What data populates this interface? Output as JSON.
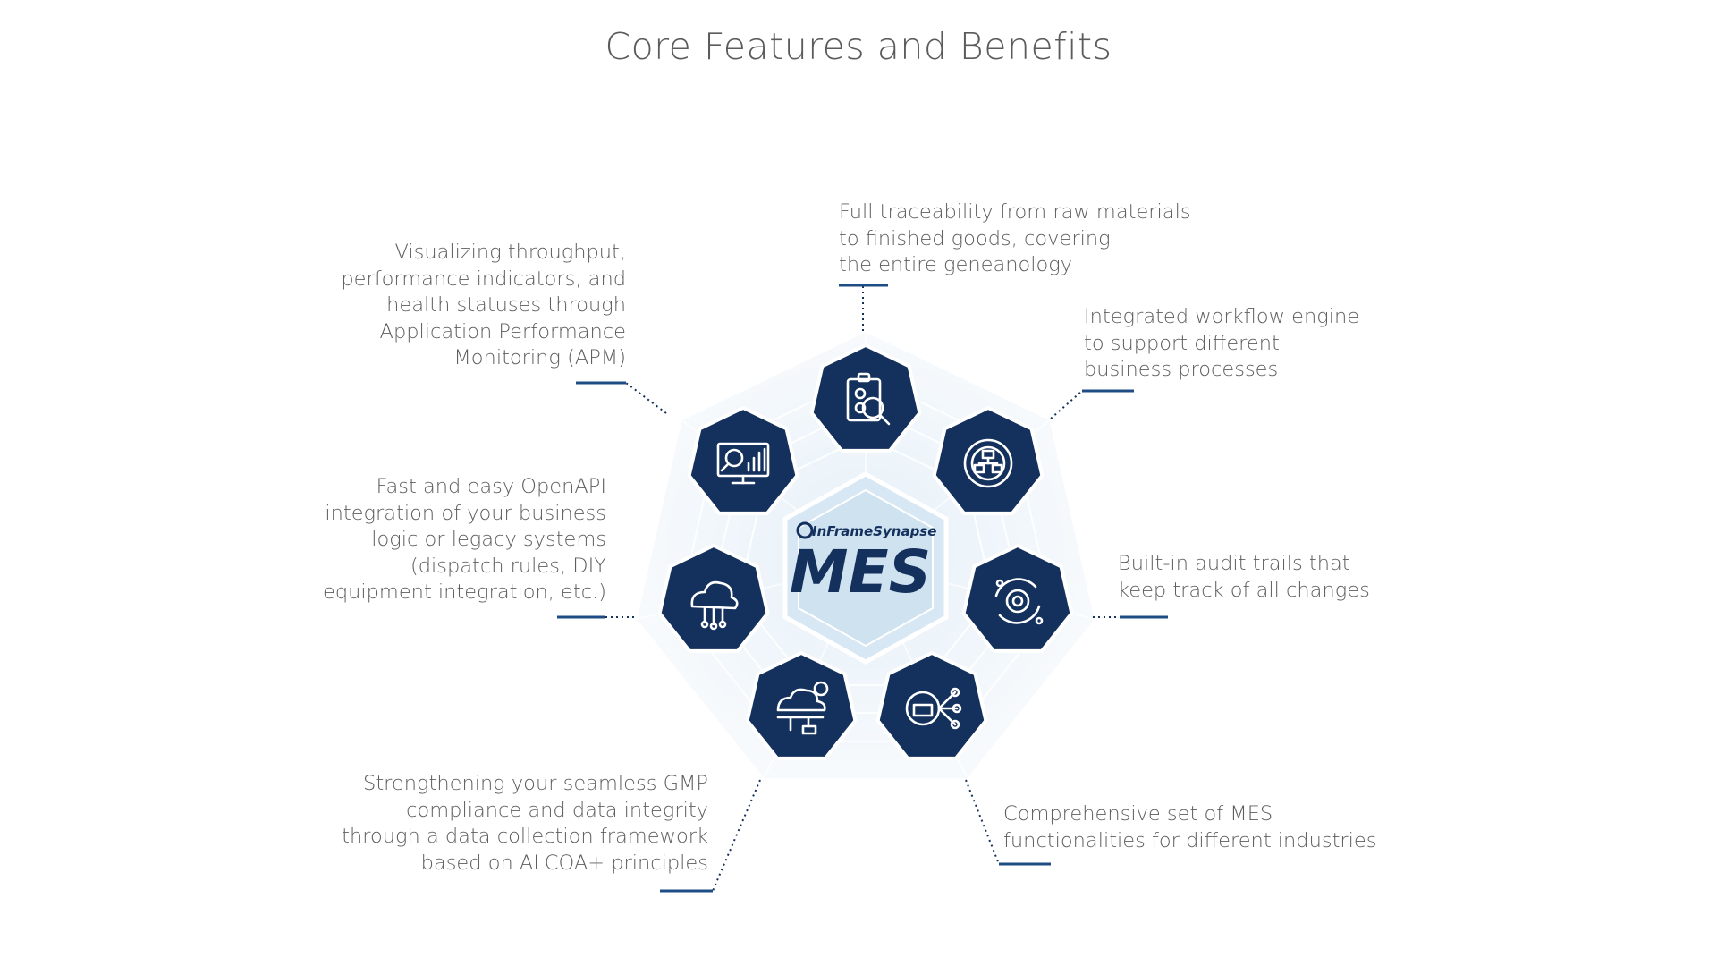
{
  "title": "Core Features and Benefits",
  "center": {
    "brand": "InFrameSynapse",
    "product": "MES"
  },
  "colors": {
    "navy": "#14305c",
    "accent_line": "#1d4d84",
    "hex_fill": "#d6e6f2",
    "text": "#5e5e5e"
  },
  "features": [
    {
      "id": "traceability",
      "icon": "clipboard-inspection-icon",
      "lines": [
        "Full traceability from raw materials",
        "to finished goods, covering",
        "the entire geneanology"
      ]
    },
    {
      "id": "workflow",
      "icon": "gear-workflow-icon",
      "lines": [
        "Integrated workflow engine",
        "to support different",
        "business processes"
      ]
    },
    {
      "id": "audit",
      "icon": "audit-cycle-icon",
      "lines": [
        "Built-in audit trails that",
        "keep track of all changes"
      ]
    },
    {
      "id": "functionalities",
      "icon": "factory-gear-network-icon",
      "lines": [
        "Comprehensive set of MES",
        "functionalities for different industries"
      ]
    },
    {
      "id": "gmp",
      "icon": "data-collection-icon",
      "lines": [
        "Strengthening your seamless GMP",
        "compliance and data integrity",
        "through a data collection framework",
        "based on ALCOA+ principles"
      ]
    },
    {
      "id": "openapi",
      "icon": "cloud-api-icon",
      "lines": [
        "Fast and easy OpenAPI",
        "integration of your business",
        "logic or legacy systems",
        "(dispatch rules, DIY",
        "equipment integration, etc.)"
      ]
    },
    {
      "id": "apm",
      "icon": "monitor-analytics-icon",
      "lines": [
        "Visualizing throughput,",
        "performance indicators, and",
        "health statuses through",
        "Application Performance",
        "Monitoring (APM)"
      ]
    }
  ]
}
